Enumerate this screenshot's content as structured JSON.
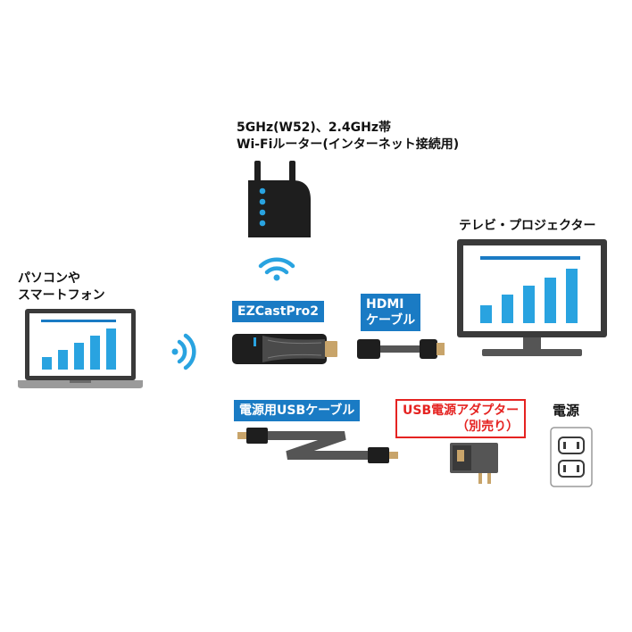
{
  "router": {
    "label_line1": "5GHz(W52)、2.4GHz帯",
    "label_line2": "Wi-Fiルーター(インターネット接続用)"
  },
  "pc": {
    "label_line1": "パソコンや",
    "label_line2": "スマートフォン"
  },
  "tv": {
    "label": "テレビ・プロジェクター"
  },
  "dongle": {
    "label": "EZCastPro2"
  },
  "hdmi_cable": {
    "label_line1": "HDMI",
    "label_line2": "ケーブル"
  },
  "usb_power_cable": {
    "label": "電源用USBケーブル"
  },
  "usb_adapter": {
    "label_line1": "USB電源アダプター",
    "label_line2": "（別売り）"
  },
  "outlet": {
    "label": "電源"
  },
  "colors": {
    "accent_blue": "#1a7bc4",
    "chart_blue": "#29a3e0",
    "red": "#e52321",
    "dark": "#1e1e1e",
    "gray": "#555555"
  }
}
